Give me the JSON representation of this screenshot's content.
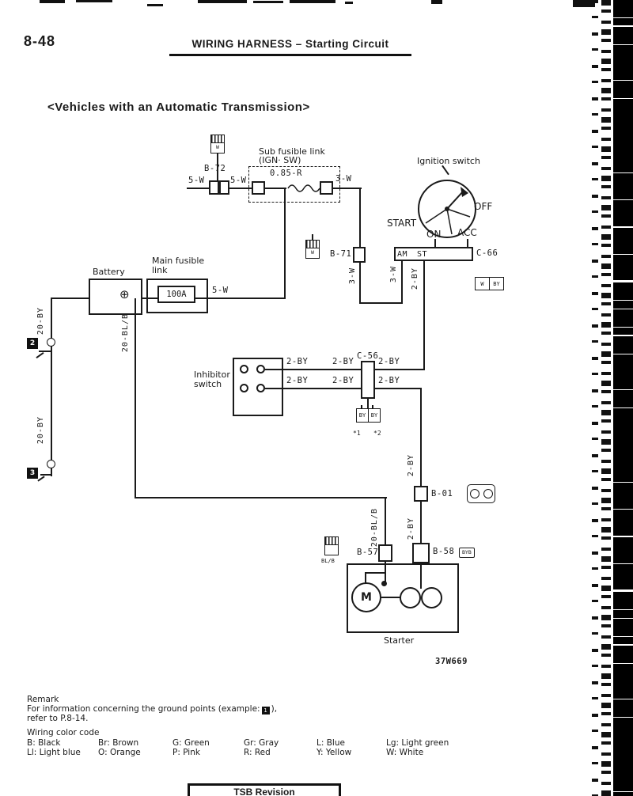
{
  "page": {
    "number": "8-48",
    "header": "WIRING HARNESS – Starting Circuit",
    "title": "<Vehicles with an Automatic Transmission>",
    "figure_code": "37W669",
    "footer": "TSB Revision"
  },
  "diagram": {
    "battery_label": "Battery",
    "battery_plus": "⊕",
    "main_fusible_link_label": "Main fusible link",
    "main_fuse_rating": "100A",
    "connector_b72": "B-72",
    "wire_5w": "5-W",
    "sub_fusible_link_line1": "Sub fusible link",
    "sub_fusible_link_line2": "(IGN· SW)",
    "sub_fuse_rating": "0.85-R",
    "wire_3w": "3-W",
    "ignition_switch_label": "Ignition switch",
    "pos_off": "OFF",
    "pos_start": "START",
    "pos_on": "ON",
    "pos_acc": "ACC",
    "terminal_am": "AM",
    "terminal_st": "ST",
    "connector_c66": "C-66",
    "connector_b71": "B-71",
    "wire_2by": "2-BY",
    "wire_20by": "20-BY",
    "wire_20blb": "20-BL/B",
    "inhibitor_switch_label": "Inhibitor switch",
    "connector_c56": "C-56",
    "connector_b01": "B-01",
    "connector_b57": "B-57",
    "connector_b58": "B-58",
    "icon_w": "W",
    "icon_by": "BY",
    "icon_byb": "BYB",
    "icon_blb": "BL/B",
    "starter_label": "Starter",
    "motor_m": "M",
    "ground_2": "2",
    "ground_3": "3",
    "note_1": "*1",
    "note_2": "*2"
  },
  "remark": {
    "heading": "Remark",
    "line1_pre": "For information concerning the ground points (example:",
    "example_marker": "1",
    "line1_post": "),",
    "line2": "refer to P.8-14."
  },
  "color_code": {
    "heading": "Wiring color code",
    "rows": [
      [
        "B: Black",
        "Br: Brown",
        "G: Green",
        "Gr: Gray",
        "L: Blue",
        "Lg: Light green"
      ],
      [
        "Ll: Light blue",
        "O: Orange",
        "P: Pink",
        "R: Red",
        "Y: Yellow",
        "W: White"
      ]
    ]
  }
}
